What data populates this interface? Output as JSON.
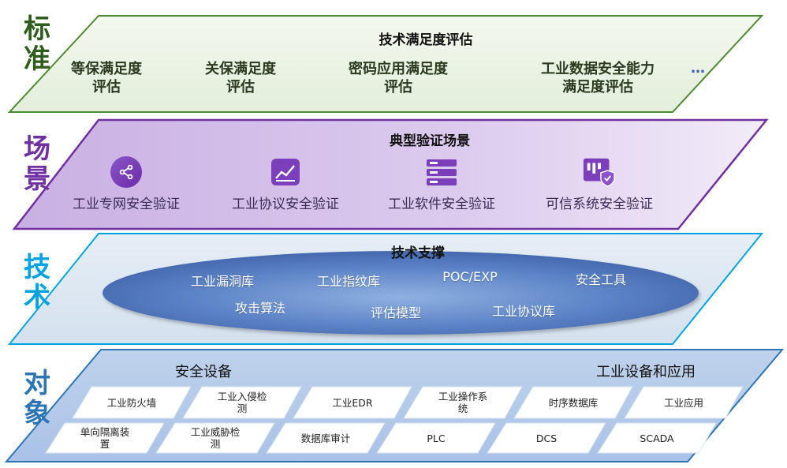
{
  "layers": {
    "standard": {
      "side_label": [
        "标",
        "准"
      ],
      "title": "技术满足度评估",
      "items": [
        {
          "line1": "等保满足度",
          "line2": "评估"
        },
        {
          "line1": "关保满足度",
          "line2": "评估"
        },
        {
          "line1": "密码应用满足度",
          "line2": "评估"
        },
        {
          "line1": "工业数据安全能力",
          "line2": "满足度评估"
        }
      ],
      "more": "…",
      "color": "#2f5d1e"
    },
    "scene": {
      "side_label": [
        "场",
        "景"
      ],
      "title": "典型验证场景",
      "items": [
        {
          "label": "工业专网安全验证",
          "icon": "share-network-icon"
        },
        {
          "label": "工业协议安全验证",
          "icon": "line-chart-icon"
        },
        {
          "label": "工业软件安全验证",
          "icon": "server-stack-icon"
        },
        {
          "label": "可信系统安全验证",
          "icon": "shield-check-icon"
        }
      ],
      "color": "#7030a0"
    },
    "tech": {
      "side_label": [
        "技",
        "术"
      ],
      "title": "技术支撑",
      "items": [
        "工业漏洞库",
        "工业指纹库",
        "POC/EXP",
        "安全工具",
        "攻击算法",
        "评估模型",
        "工业协议库"
      ],
      "color": "#00a3e0"
    },
    "object": {
      "side_label": [
        "对",
        "象"
      ],
      "head_left": "安全设备",
      "head_right": "工业设备和应用",
      "row1": [
        {
          "line1": "工业防火墙",
          "line2": ""
        },
        {
          "line1": "工业入侵检",
          "line2": "测"
        },
        {
          "line1": "工业EDR",
          "line2": ""
        },
        {
          "line1": "工业操作系",
          "line2": "统"
        },
        {
          "line1": "时序数据库",
          "line2": ""
        },
        {
          "line1": "工业应用",
          "line2": ""
        }
      ],
      "row2": [
        {
          "line1": "单向隔离装",
          "line2": "置"
        },
        {
          "line1": "工业威胁检",
          "line2": "测"
        },
        {
          "line1": "数据库审计",
          "line2": ""
        },
        {
          "line1": "PLC",
          "line2": ""
        },
        {
          "line1": "DCS",
          "line2": ""
        },
        {
          "line1": "SCADA",
          "line2": ""
        }
      ],
      "color": "#2e75b6"
    }
  }
}
